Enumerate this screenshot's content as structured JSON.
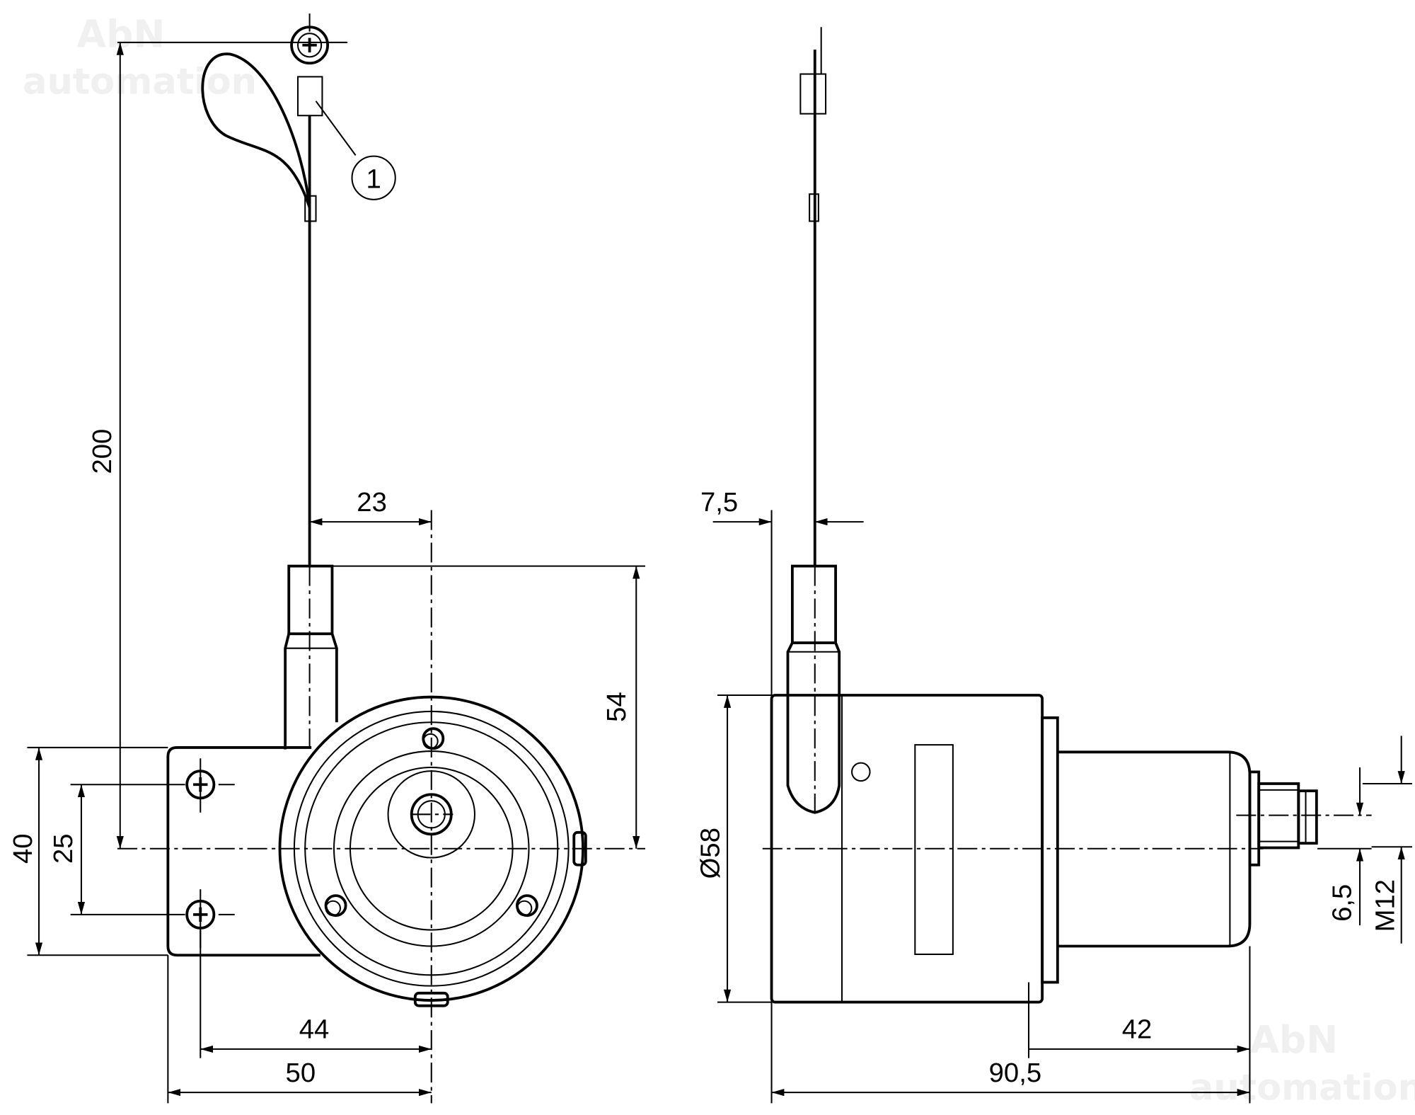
{
  "watermark": {
    "line1": "AbN",
    "line2": "automation"
  },
  "callout": {
    "label": "1"
  },
  "dimensions": {
    "cable_length": "200",
    "cable_offset": "23",
    "connector_height": "54",
    "flange_height": "40",
    "hole_spacing": "25",
    "hole_to_center": "44",
    "flange_to_center": "50",
    "cable_offset_side": "7,5",
    "diameter": "Ø58",
    "shaft_offset": "6,5",
    "thread": "M12",
    "body_length": "42",
    "total_length": "90,5"
  }
}
